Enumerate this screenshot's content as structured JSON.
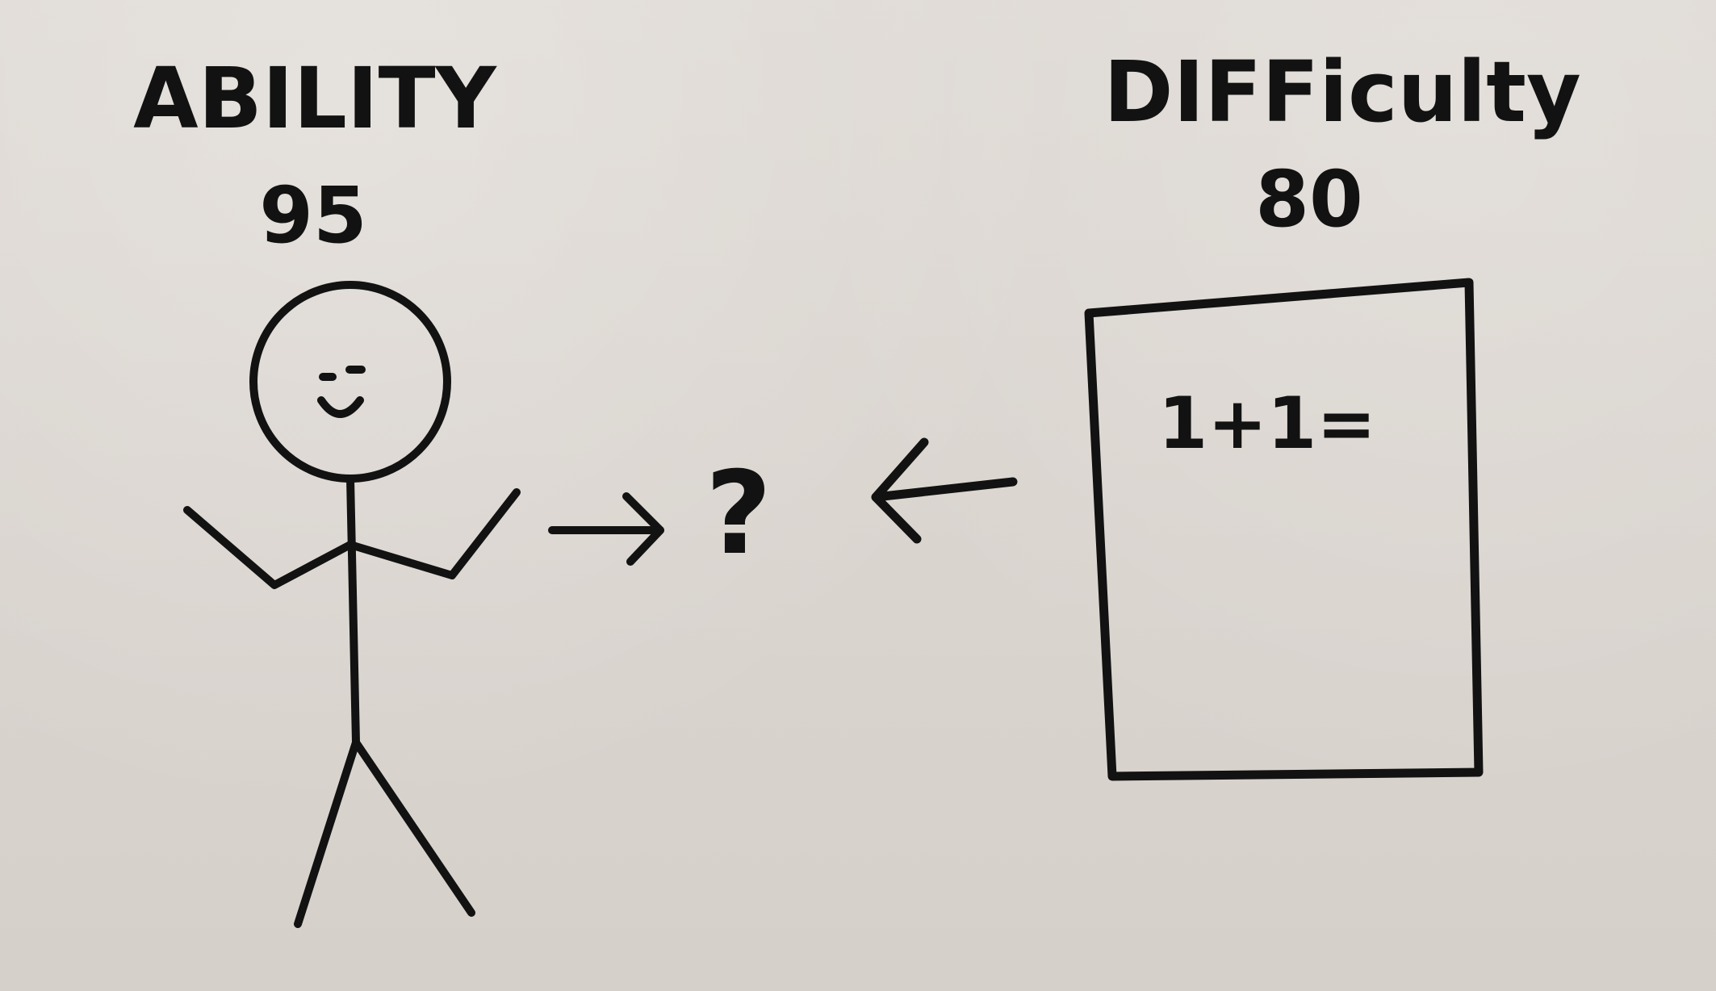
{
  "ability": {
    "label": "ABILITY",
    "value": "95"
  },
  "difficulty": {
    "label": "DIFFiculty",
    "value": "80"
  },
  "question_mark": "?",
  "task": {
    "text": "1+1="
  }
}
